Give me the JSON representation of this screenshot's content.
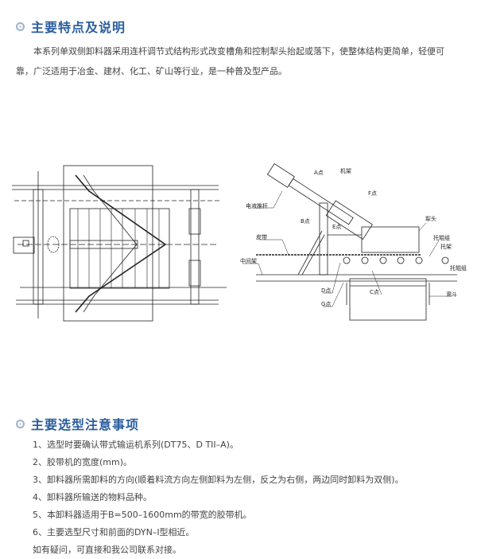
{
  "section1": {
    "title": "主要特点及说明",
    "paragraph": "本系列单双侧卸料器采用连杆调节式结构形式改变槽角和控制犁头抬起或落下，使整体结构更简单，轻便可靠，广泛适用于冶金、建材、化工、矿山等行业，是一种普及型产品。"
  },
  "diagram_labels": {
    "push_rod": "电液推杆",
    "point_a": "A点",
    "frame": "机架",
    "point_f": "F点",
    "point_b": "B点",
    "point_e": "E点",
    "plow_head": "犁头",
    "belt": "皮带",
    "idler_group_1": "托辊组",
    "bracket": "托架",
    "middle_frame": "中间架",
    "idler_group_2": "托辊组",
    "point_d": "D点",
    "point_c": "C点",
    "point_g": "G点",
    "hopper": "漏斗"
  },
  "section2": {
    "title": "主要选型注意事项",
    "items": [
      "1、选型时要确认带式输运机系列(DT75、D TII–A)。",
      "2、胶带机的宽度(mm)。",
      "3、卸料器所需卸料的方向(顺着料流方向左侧卸料为左侧，反之为右侧，两边同时卸料为双侧)。",
      "4、卸料器所输送的物料品种。",
      "5、本卸料器适用于B=500–1600mm的带宽的胶带机。",
      "6、主要选型尺寸和前面的DYN–I型相近。",
      "如有疑问，可直接和我公司联系对接。"
    ]
  }
}
